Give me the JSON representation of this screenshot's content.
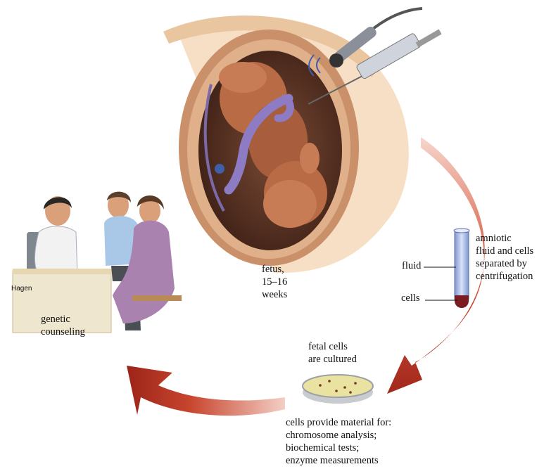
{
  "labels": {
    "fetus_line1": "fetus,",
    "fetus_line2": "15–16",
    "fetus_line3": "weeks",
    "amnio_line1": "amniotic",
    "amnio_line2": "fluid and cells",
    "amnio_line3": "separated by",
    "amnio_line4": "centrifugation",
    "fluid": "fluid",
    "cells": "cells",
    "cultured_line1": "fetal cells",
    "cultured_line2": "are cultured",
    "material_line1": "cells provide material for:",
    "material_line2": "chromosome analysis;",
    "material_line3": "biochemical tests;",
    "material_line4": "enzyme measurements",
    "counsel_line1": "genetic",
    "counsel_line2": "counseling",
    "signature": "Hagen"
  },
  "colors": {
    "arrow": "#c0392b",
    "uterus_wall": "#c9906a",
    "amniotic_interior": "#5a3224",
    "fetus_skin": "#b86b45",
    "umbilical_cord": "#8d7cc4",
    "test_tube": "#9fb2e0",
    "petri_dish": "#e9e2a0",
    "doctor_coat": "#f2f2f2",
    "man_shirt": "#a9c8e8",
    "woman_dress": "#a982b0",
    "desk": "#efe6cf"
  }
}
